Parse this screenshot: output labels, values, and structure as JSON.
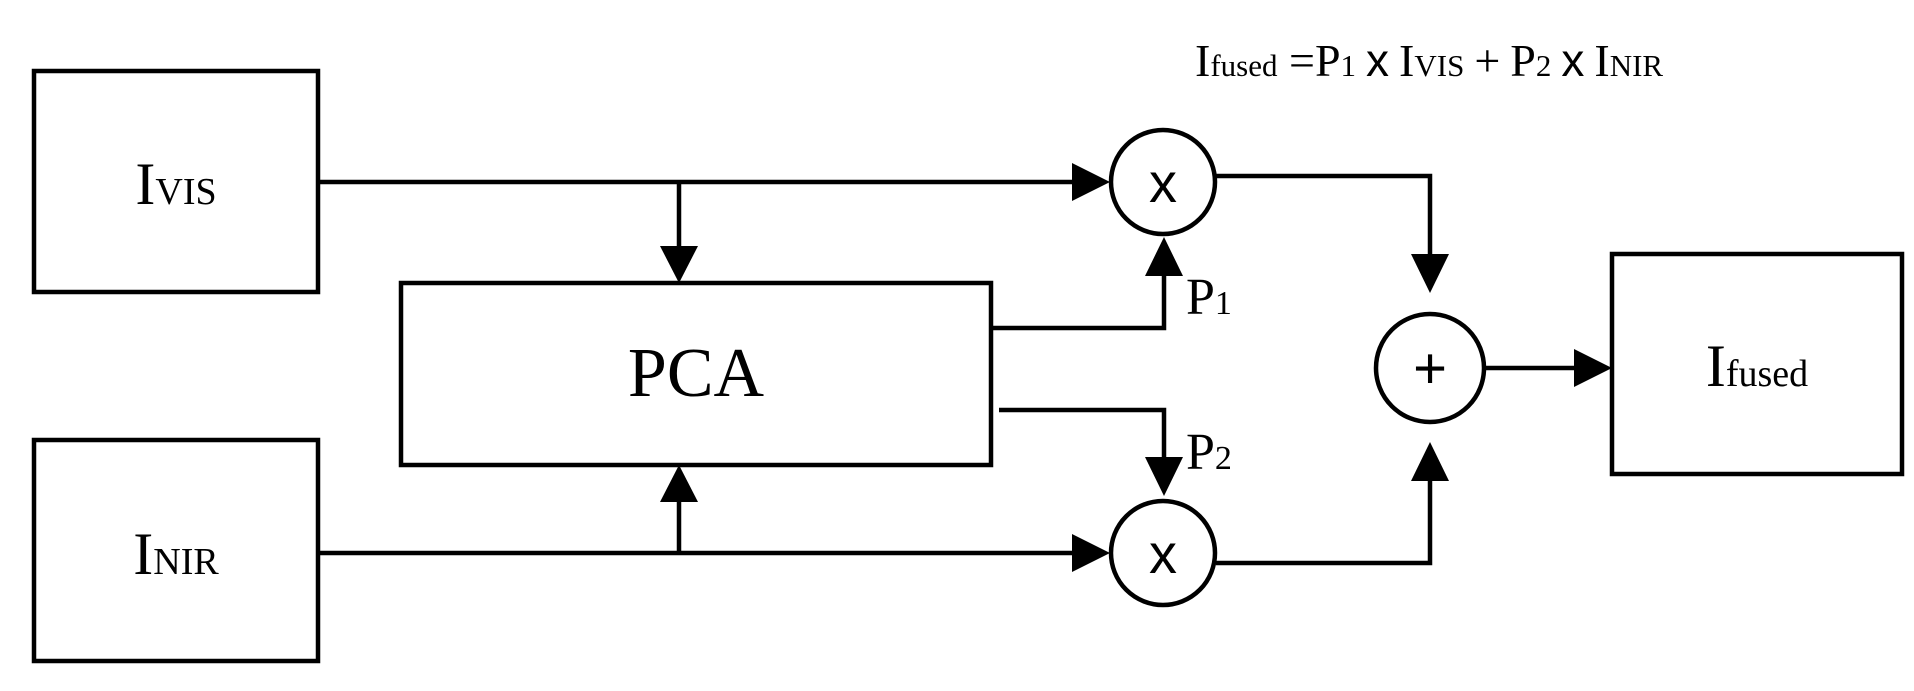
{
  "formula": {
    "lhs_main": "I",
    "lhs_sub": "fused",
    "equals": " =",
    "p1_main": "P",
    "p1_sub": "1",
    "times1": "x",
    "ivis_main": "I",
    "ivis_sub": "VIS",
    "plus": "+",
    "p2_main": "P",
    "p2_sub": "2",
    "times2": "x",
    "inir_main": "I",
    "inir_sub": "NIR"
  },
  "blocks": {
    "ivis": {
      "main": "I",
      "sub": "VIS"
    },
    "inir": {
      "main": "I",
      "sub": "NIR"
    },
    "pca": {
      "label": "PCA"
    },
    "ifused": {
      "main": "I",
      "sub": "fused"
    }
  },
  "operators": {
    "mult_top": "x",
    "mult_bottom": "x",
    "sum": "+"
  },
  "weights": {
    "p1": {
      "main": "P",
      "sub": "1"
    },
    "p2": {
      "main": "P",
      "sub": "2"
    }
  }
}
